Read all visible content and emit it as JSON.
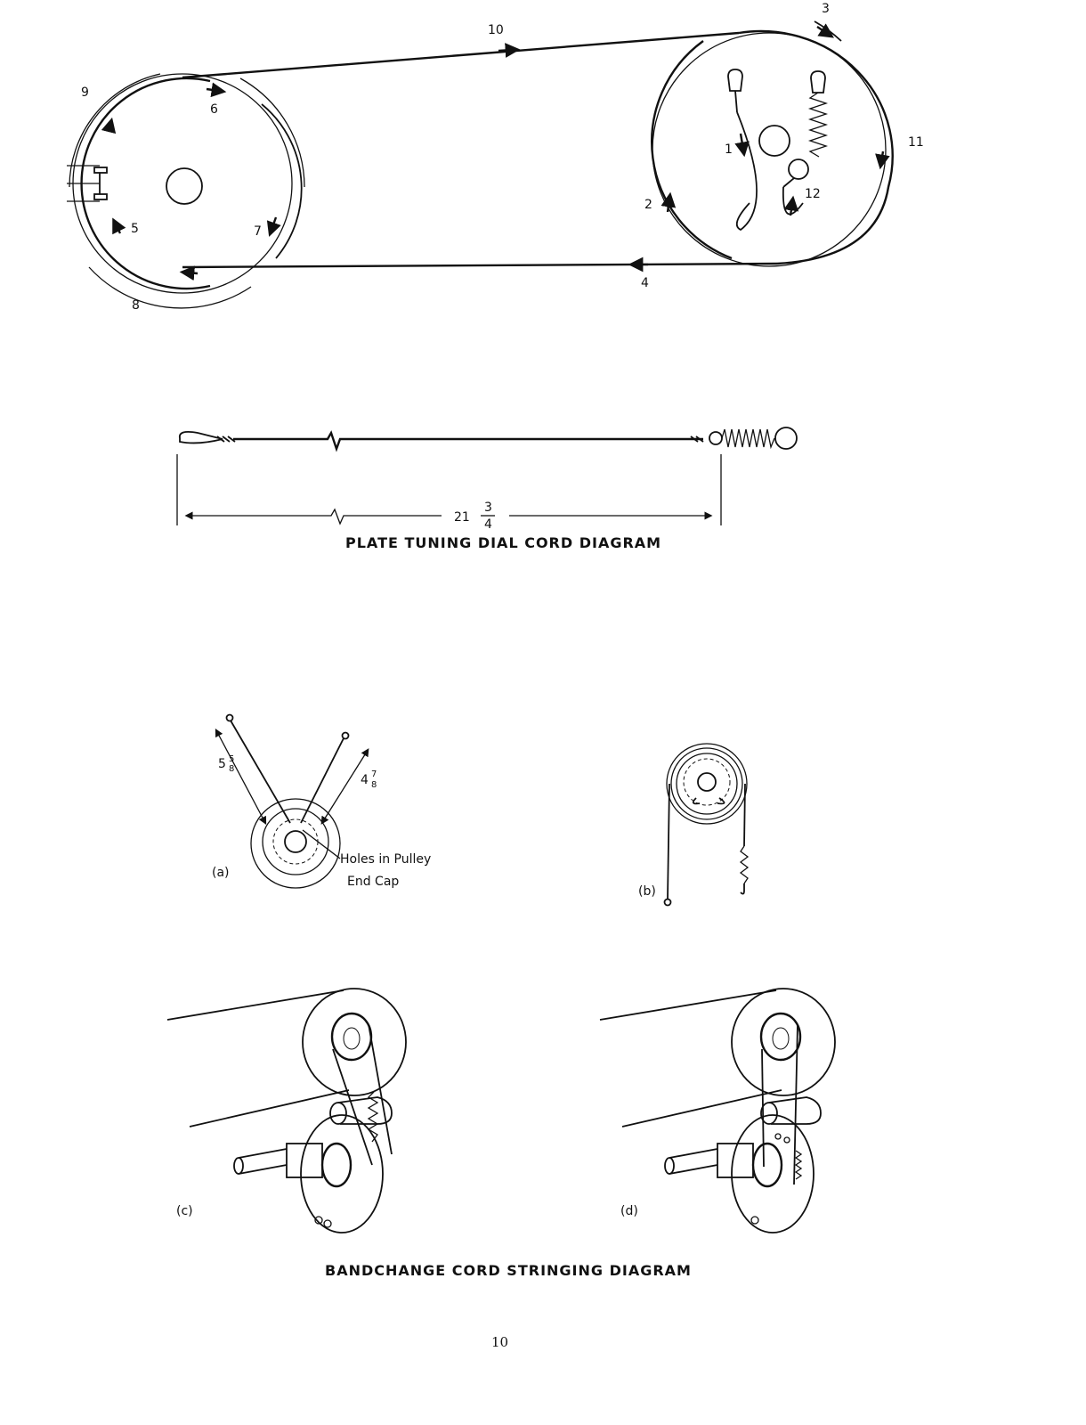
{
  "plate_tuning": {
    "step_labels": [
      "1",
      "2",
      "3",
      "4",
      "5",
      "6",
      "7",
      "8",
      "9",
      "10",
      "11",
      "12"
    ],
    "length_whole": "21",
    "length_num": "3",
    "length_den": "4",
    "caption": "PLATE TUNING DIAL CORD DIAGRAM"
  },
  "bandchange": {
    "fig_a": {
      "tag": "(a)",
      "left_whole": "5",
      "left_num": "5",
      "left_den": "8",
      "right_whole": "4",
      "right_num": "7",
      "right_den": "8",
      "callout_line1": "Holes in Pulley",
      "callout_line2": "End Cap"
    },
    "fig_b": {
      "tag": "(b)"
    },
    "fig_c": {
      "tag": "(c)"
    },
    "fig_d": {
      "tag": "(d)"
    },
    "caption": "BANDCHANGE CORD STRINGING DIAGRAM"
  },
  "page_number": "10"
}
